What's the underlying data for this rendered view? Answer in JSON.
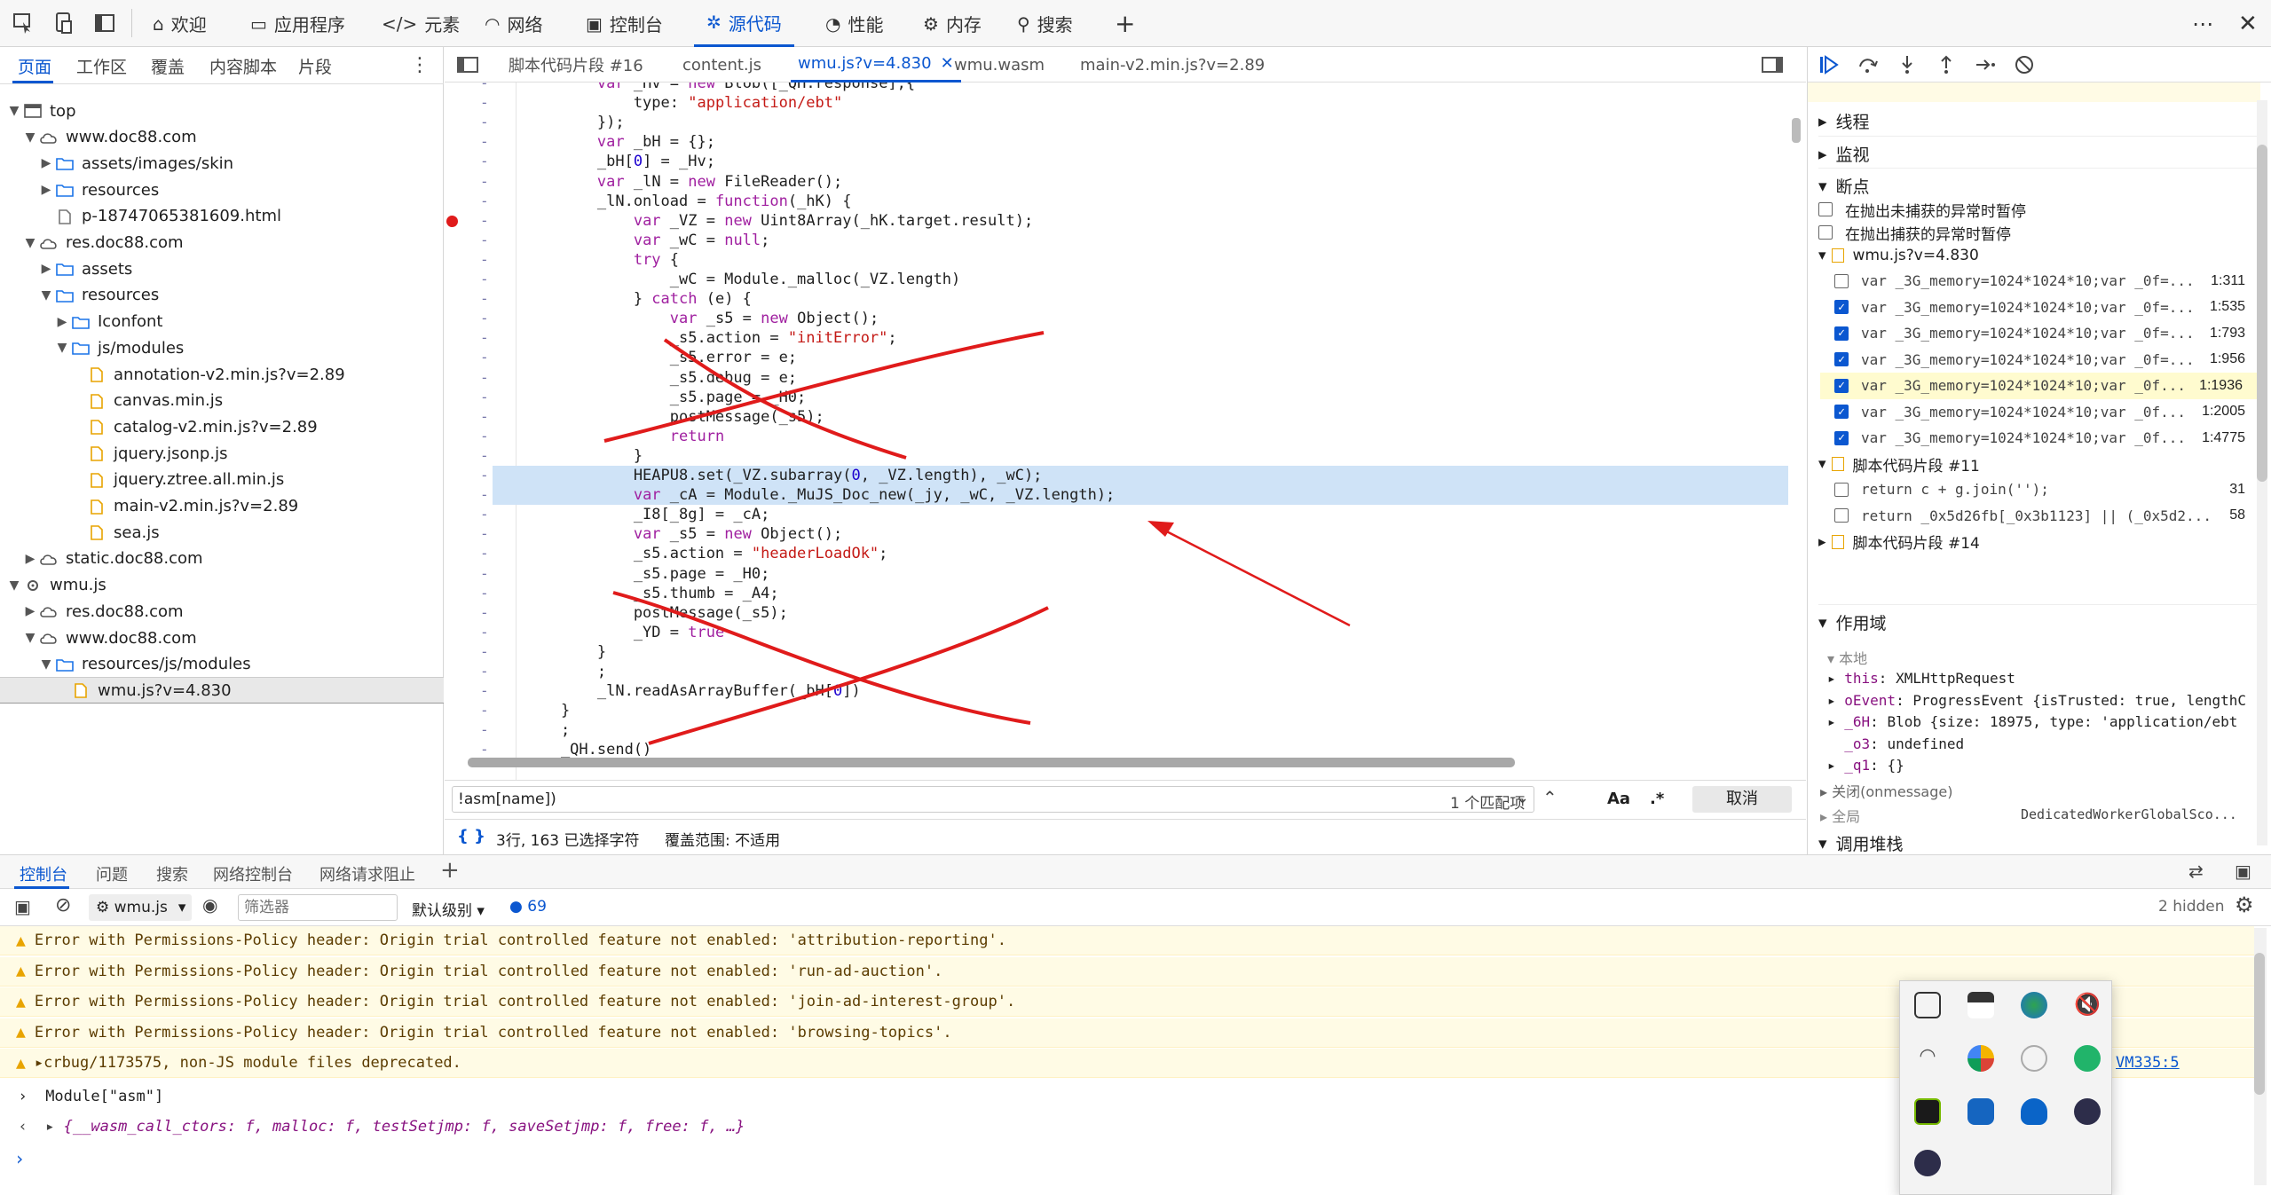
{
  "toolbar": {
    "tabs": [
      "欢迎",
      "应用程序",
      "元素",
      "网络",
      "控制台",
      "源代码",
      "性能",
      "内存",
      "搜索"
    ],
    "active": "源代码"
  },
  "left": {
    "tabs": [
      "页面",
      "工作区",
      "覆盖",
      "内容脚本",
      "片段"
    ],
    "active_tab": "页面",
    "tree": [
      {
        "label": "top",
        "depth": 0,
        "arrow": "▼",
        "icon": "frame"
      },
      {
        "label": "www.doc88.com",
        "depth": 1,
        "arrow": "▼",
        "icon": "cloud"
      },
      {
        "label": "assets/images/skin",
        "depth": 2,
        "arrow": "▶",
        "icon": "folder"
      },
      {
        "label": "resources",
        "depth": 2,
        "arrow": "▶",
        "icon": "folder"
      },
      {
        "label": "p-18747065381609.html",
        "depth": 2,
        "arrow": "",
        "icon": "file"
      },
      {
        "label": "res.doc88.com",
        "depth": 1,
        "arrow": "▼",
        "icon": "cloud"
      },
      {
        "label": "assets",
        "depth": 2,
        "arrow": "▶",
        "icon": "folder"
      },
      {
        "label": "resources",
        "depth": 2,
        "arrow": "▼",
        "icon": "folder"
      },
      {
        "label": "Iconfont",
        "depth": 3,
        "arrow": "▶",
        "icon": "folder"
      },
      {
        "label": "js/modules",
        "depth": 3,
        "arrow": "▼",
        "icon": "folder"
      },
      {
        "label": "annotation-v2.min.js?v=2.89",
        "depth": 4,
        "arrow": "",
        "icon": "jsfile"
      },
      {
        "label": "canvas.min.js",
        "depth": 4,
        "arrow": "",
        "icon": "jsfile"
      },
      {
        "label": "catalog-v2.min.js?v=2.89",
        "depth": 4,
        "arrow": "",
        "icon": "jsfile"
      },
      {
        "label": "jquery.jsonp.js",
        "depth": 4,
        "arrow": "",
        "icon": "jsfile"
      },
      {
        "label": "jquery.ztree.all.min.js",
        "depth": 4,
        "arrow": "",
        "icon": "jsfile"
      },
      {
        "label": "main-v2.min.js?v=2.89",
        "depth": 4,
        "arrow": "",
        "icon": "jsfile"
      },
      {
        "label": "sea.js",
        "depth": 4,
        "arrow": "",
        "icon": "jsfile"
      },
      {
        "label": "static.doc88.com",
        "depth": 1,
        "arrow": "▶",
        "icon": "cloud"
      },
      {
        "label": "wmu.js",
        "depth": 0,
        "arrow": "▼",
        "icon": "gear"
      },
      {
        "label": "res.doc88.com",
        "depth": 1,
        "arrow": "▶",
        "icon": "cloud"
      },
      {
        "label": "www.doc88.com",
        "depth": 1,
        "arrow": "▼",
        "icon": "cloud"
      },
      {
        "label": "resources/js/modules",
        "depth": 2,
        "arrow": "▼",
        "icon": "folder"
      },
      {
        "label": "wmu.js?v=4.830",
        "depth": 3,
        "arrow": "",
        "icon": "jsfile",
        "selected": true
      }
    ]
  },
  "editor": {
    "tabs": [
      "脚本代码片段 #16",
      "content.js",
      "wmu.js?v=4.830",
      "wmu.wasm",
      "main-v2.min.js?v=2.89"
    ],
    "active_tab": "wmu.js?v=4.830",
    "lines": [
      {
        "t": "        var _Hv = new Blob([_QH.response],{",
        "g": "-"
      },
      {
        "t": "            type: \"application/ebt\"",
        "g": "-"
      },
      {
        "t": "        });",
        "g": "-"
      },
      {
        "t": "        var _bH = {};",
        "g": "-"
      },
      {
        "t": "        _bH[0] = _Hv;",
        "g": "-"
      },
      {
        "t": "        var _lN = new FileReader();",
        "g": "-"
      },
      {
        "t": "        _lN.onload = function(_hK) {",
        "g": "-"
      },
      {
        "t": "            var _VZ = new Uint8Array(_hK.target.result);",
        "g": "-",
        "bp": true
      },
      {
        "t": "            var _wC = null;",
        "g": "-"
      },
      {
        "t": "            try {",
        "g": "-"
      },
      {
        "t": "                _wC = Module._malloc(_VZ.length)",
        "g": "-"
      },
      {
        "t": "            } catch (e) {",
        "g": "-"
      },
      {
        "t": "                var _s5 = new Object();",
        "g": "-"
      },
      {
        "t": "                _s5.action = \"initError\";",
        "g": "-"
      },
      {
        "t": "                _s5.error = e;",
        "g": "-"
      },
      {
        "t": "                _s5.debug = e;",
        "g": "-"
      },
      {
        "t": "                _s5.page = _H0;",
        "g": "-"
      },
      {
        "t": "                postMessage(_s5);",
        "g": "-"
      },
      {
        "t": "                return",
        "g": "-"
      },
      {
        "t": "            }",
        "g": "-"
      },
      {
        "t": "            HEAPU8.set(_VZ.subarray(0, _VZ.length), _wC);",
        "g": "-",
        "hl": true
      },
      {
        "t": "            var _cA = Module._MuJS_Doc_new(_jy, _wC, _VZ.length);",
        "g": "-",
        "hl": true
      },
      {
        "t": "            _I8[_8g] = _cA;",
        "g": "-"
      },
      {
        "t": "            var _s5 = new Object();",
        "g": "-"
      },
      {
        "t": "            _s5.action = \"headerLoadOk\";",
        "g": "-"
      },
      {
        "t": "            _s5.page = _H0;",
        "g": "-"
      },
      {
        "t": "            _s5.thumb = _A4;",
        "g": "-"
      },
      {
        "t": "            postMessage(_s5);",
        "g": "-"
      },
      {
        "t": "            _YD = true",
        "g": "-"
      },
      {
        "t": "        }",
        "g": "-"
      },
      {
        "t": "        ;",
        "g": "-"
      },
      {
        "t": "        _lN.readAsArrayBuffer(_bH[0])",
        "g": "-"
      },
      {
        "t": "    }",
        "g": "-"
      },
      {
        "t": "    ;",
        "g": "-"
      },
      {
        "t": "    _QH.send()",
        "g": "-"
      }
    ],
    "search_value": "!asm[name])",
    "match_count": "1 个匹配项",
    "match_case": "Aa",
    "regex": ".*",
    "cancel": "取消",
    "status_brace": "{ }",
    "status_selection": "3行, 163 已选择字符",
    "status_coverage": "覆盖范围: 不适用"
  },
  "right": {
    "sections": {
      "threads": "线程",
      "watch": "监视",
      "breakpoints": "断点",
      "pause_uncaught": "在抛出未捕获的异常时暂停",
      "pause_caught": "在抛出捕获的异常时暂停",
      "scope": "作用域",
      "callstack": "调用堆栈"
    },
    "bp_groups": [
      {
        "file": "wmu.js?v=4.830",
        "items": [
          {
            "code": "var _3G_memory=1024*1024*10;var _0f=...",
            "loc": "1:311",
            "on": false
          },
          {
            "code": "var _3G_memory=1024*1024*10;var _0f=...",
            "loc": "1:535",
            "on": true
          },
          {
            "code": "var _3G_memory=1024*1024*10;var _0f=...",
            "loc": "1:793",
            "on": true
          },
          {
            "code": "var _3G_memory=1024*1024*10;var _0f=...",
            "loc": "1:956",
            "on": true
          },
          {
            "code": "var _3G_memory=1024*1024*10;var _0f...",
            "loc": "1:1936",
            "on": true,
            "current": true
          },
          {
            "code": "var _3G_memory=1024*1024*10;var _0f...",
            "loc": "1:2005",
            "on": true
          },
          {
            "code": "var _3G_memory=1024*1024*10;var _0f...",
            "loc": "1:4775",
            "on": true
          }
        ]
      },
      {
        "file": "脚本代码片段 #11",
        "items": [
          {
            "code": "return c + g.join('');",
            "loc": "31",
            "on": false
          },
          {
            "code": "return _0x5d26fb[_0x3b1123] || (_0x5d2...",
            "loc": "58",
            "on": false
          }
        ]
      },
      {
        "file": "脚本代码片段 #14",
        "collapsed": true,
        "items": []
      }
    ],
    "scope": {
      "local": "本地",
      "rows": [
        {
          "k": "this",
          "v": "XMLHttpRequest"
        },
        {
          "k": "oEvent",
          "v": "ProgressEvent {isTrusted: true, lengthC"
        },
        {
          "k": "_6H",
          "v": "Blob {size: 18975, type: 'application/ebt"
        },
        {
          "k": "_o3",
          "v": "undefined"
        },
        {
          "k": "_q1",
          "v": "{}"
        }
      ],
      "closure": "关闭(onmessage)",
      "global": "全局",
      "global_val": "DedicatedWorkerGlobalSco..."
    }
  },
  "console": {
    "tabs": [
      "控制台",
      "问题",
      "搜索",
      "网络控制台",
      "网络请求阻止"
    ],
    "active": "控制台",
    "context": "wmu.js",
    "filter_placeholder": "筛选器",
    "level": "默认级别",
    "msg_count": "69",
    "hidden": "2 hidden",
    "warnings": [
      "Error with Permissions-Policy header: Origin trial controlled feature not enabled: 'attribution-reporting'.",
      "Error with Permissions-Policy header: Origin trial controlled feature not enabled: 'run-ad-auction'.",
      "Error with Permissions-Policy header: Origin trial controlled feature not enabled: 'join-ad-interest-group'.",
      "Error with Permissions-Policy header: Origin trial controlled feature not enabled: 'browsing-topics'.",
      "crbug/1173575, non-JS module files deprecated."
    ],
    "vm_link": "VM335:5",
    "input_line": "Module[\"asm\"]",
    "result_line": "{__wasm_call_ctors: f, malloc: f, testSetjmp: f, saveSetjmp: f, free: f, …}"
  }
}
